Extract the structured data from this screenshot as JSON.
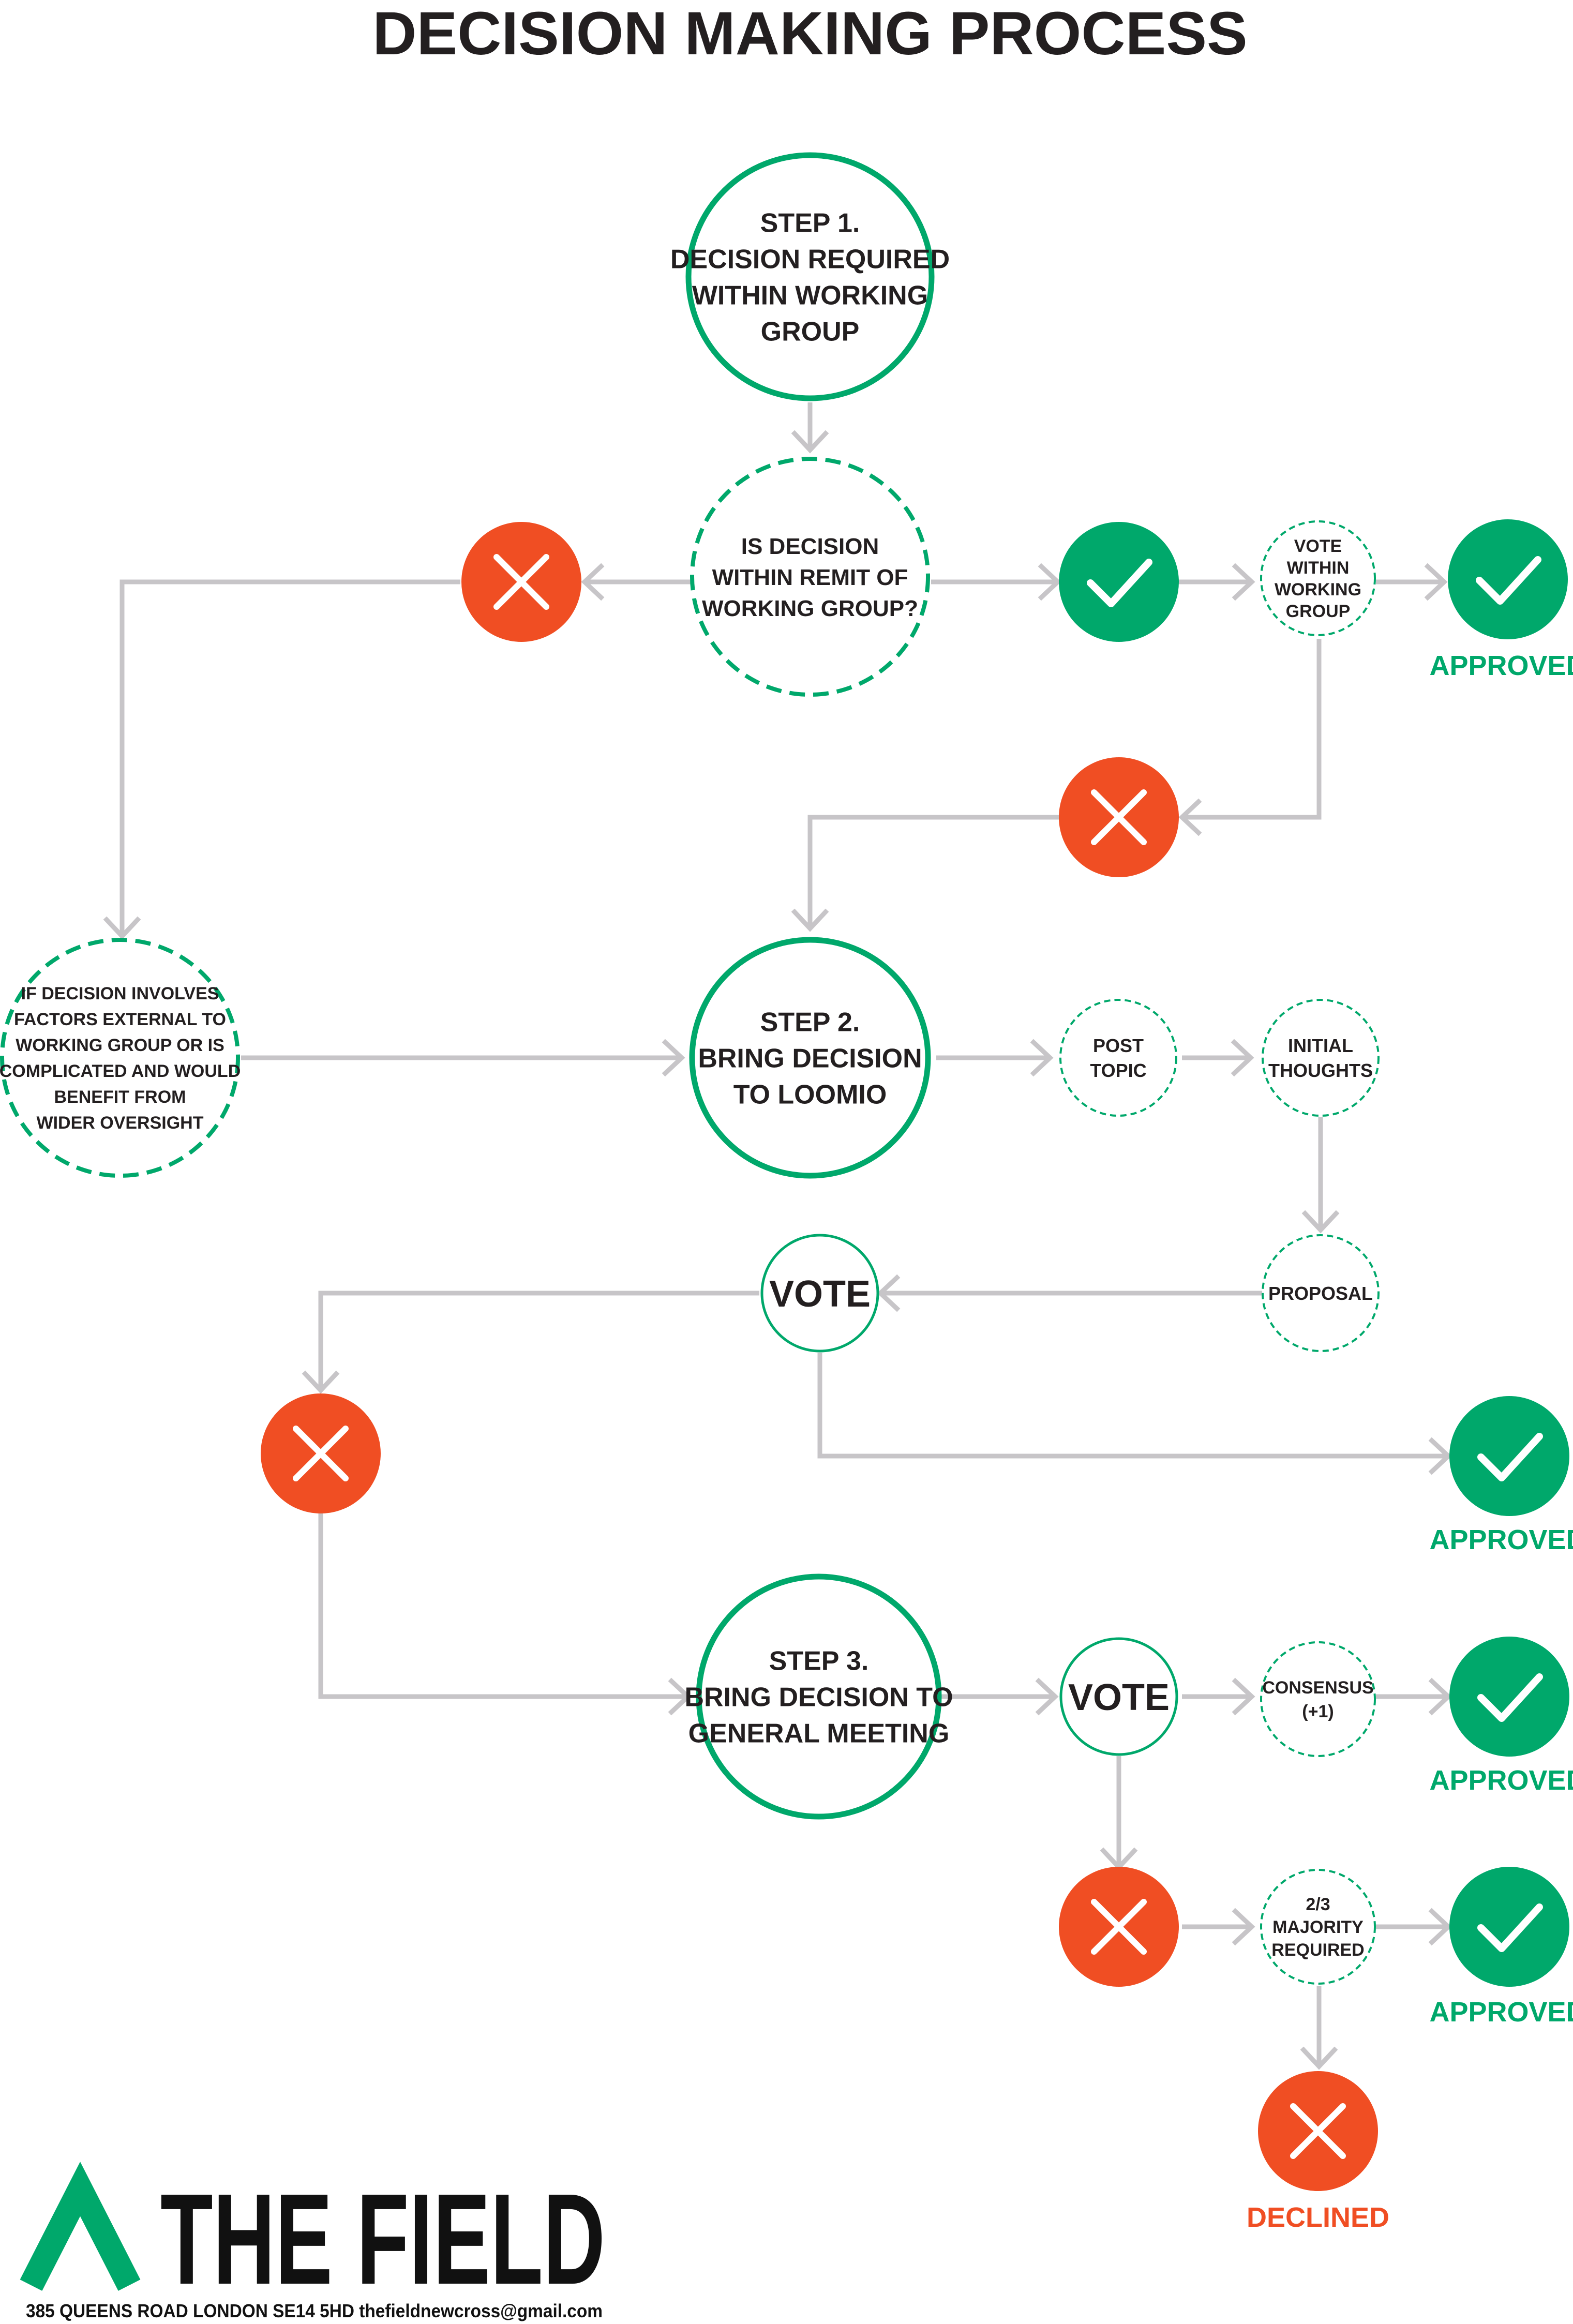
{
  "title": "DECISION MAKING PROCESS",
  "colors": {
    "green": "#00a86b",
    "red": "#f04e23",
    "arrow": "#c7c5c8",
    "text": "#231f20"
  },
  "nodes": {
    "step1": [
      "STEP 1.",
      "DECISION REQUIRED",
      "WITHIN WORKING",
      "GROUP"
    ],
    "remit_question": [
      "IS DECISION",
      "WITHIN REMIT OF",
      "WORKING GROUP?"
    ],
    "vote_within_wg": [
      "VOTE",
      "WITHIN",
      "WORKING",
      "GROUP"
    ],
    "external_factors": [
      "IF DECISION INVOLVES",
      "FACTORS EXTERNAL TO",
      "WORKING GROUP OR IS",
      "COMPLICATED AND WOULD",
      "BENEFIT FROM",
      "WIDER OVERSIGHT"
    ],
    "step2": [
      "STEP 2.",
      "BRING DECISION",
      "TO LOOMIO"
    ],
    "post_topic": [
      "POST",
      "TOPIC"
    ],
    "initial_thoughts": [
      "INITIAL",
      "THOUGHTS"
    ],
    "proposal": [
      "PROPOSAL"
    ],
    "vote_loomio": [
      "VOTE"
    ],
    "step3": [
      "STEP 3.",
      "BRING DECISION TO",
      "GENERAL MEETING"
    ],
    "vote_gm": [
      "VOTE"
    ],
    "consensus": [
      "CONSENSUS",
      "(+1)"
    ],
    "majority": [
      "2/3",
      "MAJORITY",
      "REQUIRED"
    ]
  },
  "status": {
    "approved": "APPROVED",
    "declined": "DECLINED"
  },
  "icons": {
    "approved": "check-icon",
    "rejected": "cross-icon"
  },
  "brand": {
    "name": "THE FIELD",
    "address": "385 QUEENS ROAD LONDON SE14 5HD  thefieldnewcross@gmail.com"
  }
}
